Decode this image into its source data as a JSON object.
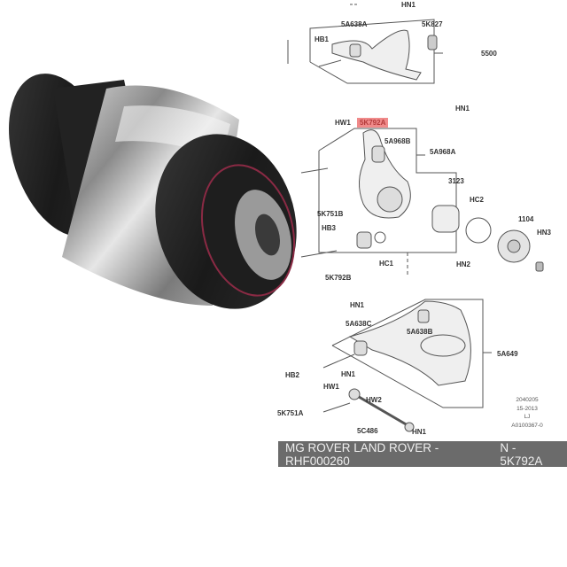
{
  "photo": {
    "subject": "rubber-metal suspension bushing"
  },
  "diagram": {
    "labels": {
      "hn1_top": "HN1",
      "a5a638a": "5A638A",
      "a5k827": "5K827",
      "hb1": "HB1",
      "a5500": "5500",
      "hn1_mid": "HN1",
      "hw1_mid": "HW1",
      "a5k792a": "5K792A",
      "a5a968b": "5A968B",
      "a5a968a": "5A968A",
      "a3123": "3123",
      "a5k751b": "5K751B",
      "hc2": "HC2",
      "a1104": "1104",
      "hb3": "HB3",
      "hn3": "HN3",
      "hc1": "HC1",
      "hn2": "HN2",
      "a5k792b": "5K792B",
      "hn1_low": "HN1",
      "a5a638c": "5A638C",
      "a5a638b": "5A638B",
      "a5a649": "5A649",
      "hb2": "HB2",
      "hn1_low2": "HN1",
      "hw1_low": "HW1",
      "hw2": "HW2",
      "a5k751a": "5K751A",
      "a5c486": "5C486",
      "hn1_bottom": "HN1"
    },
    "highlight_color": "#f08a8a",
    "meta": [
      "2040205",
      "15-2013",
      "LJ",
      "A0100367-0"
    ]
  },
  "banner": {
    "left_text": "MG ROVER LAND ROVER - RHF000260",
    "right_text": "N - 5K792A",
    "background": "#6b6b6b"
  }
}
